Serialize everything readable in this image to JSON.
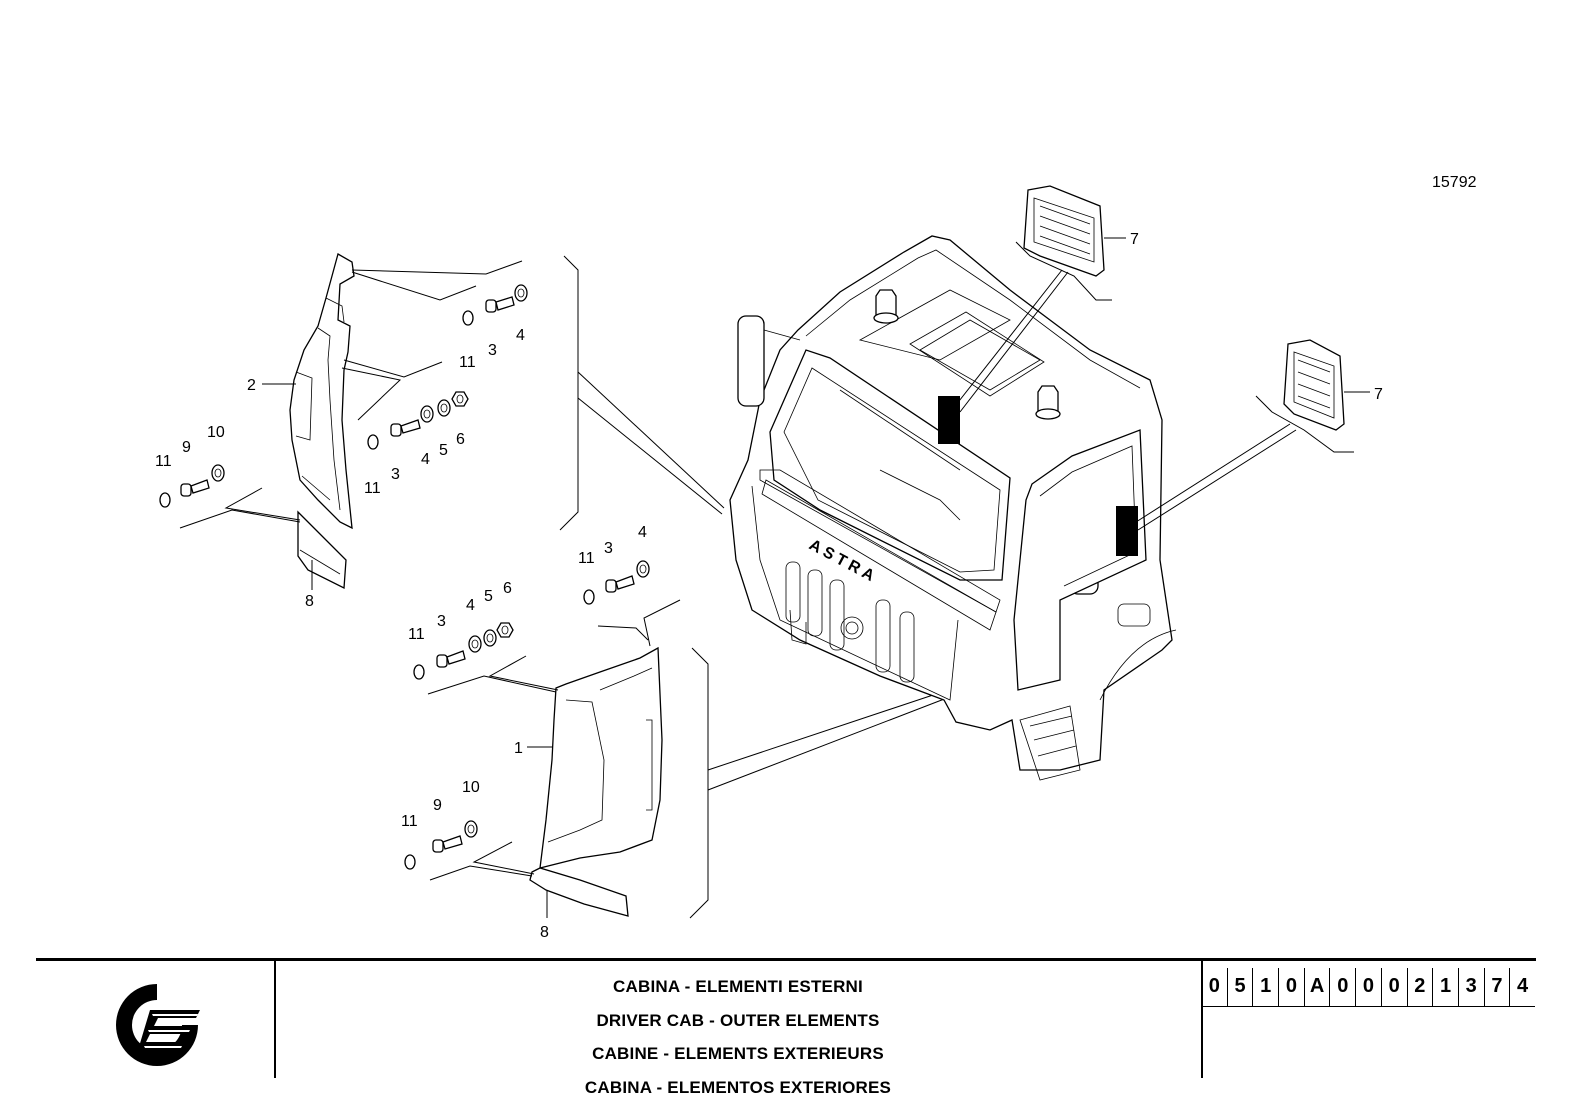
{
  "drawing": {
    "ref_number": "15792",
    "callouts": {
      "upper_left_panel": [
        "2",
        "11",
        "9",
        "10",
        "11",
        "3",
        "4",
        "11",
        "3",
        "4",
        "5",
        "6",
        "8"
      ],
      "lower_left_panel": [
        "11",
        "3",
        "4",
        "11",
        "3",
        "4",
        "5",
        "6",
        "1",
        "11",
        "9",
        "10",
        "8"
      ],
      "vents": [
        "7",
        "7"
      ]
    },
    "cab_brand": "ASTRA"
  },
  "title_block": {
    "titles": [
      "CABINA - ELEMENTI ESTERNI",
      "DRIVER CAB - OUTER ELEMENTS",
      "CABINE - ELEMENTS EXTERIEURS",
      "CABINA - ELEMENTOS EXTERIORES"
    ],
    "code_digits": [
      "0",
      "5",
      "1",
      "0",
      "A",
      "0",
      "0",
      "0",
      "2",
      "1",
      "3",
      "7",
      "4"
    ]
  }
}
